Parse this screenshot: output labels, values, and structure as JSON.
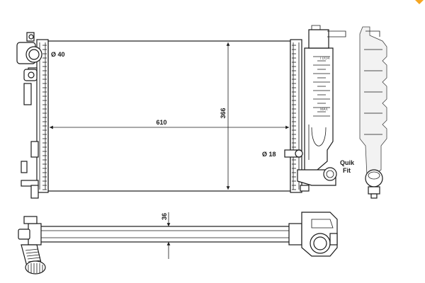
{
  "labels": {
    "width_dim": "610",
    "height_dim": "366",
    "depth_dim": "36",
    "inlet_diameter": "Ø 40",
    "outlet_diameter": "Ø 18",
    "connector_line1": "Quik",
    "connector_line2": "Fit"
  },
  "accent_color": "#f5a623"
}
